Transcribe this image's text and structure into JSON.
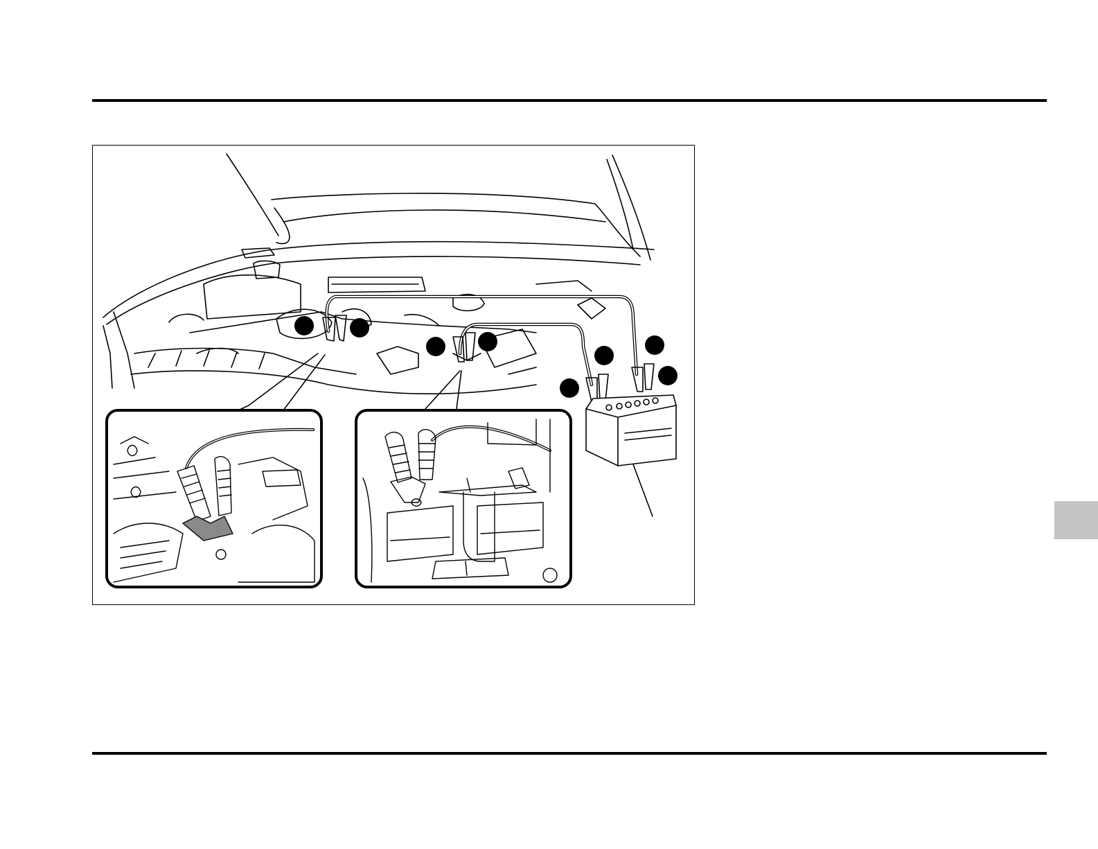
{
  "page": {
    "footer_code": ""
  },
  "figure": {
    "description_hidden": false,
    "callouts": [
      {
        "id": "c1"
      },
      {
        "id": "c2"
      },
      {
        "id": "c3"
      },
      {
        "id": "c4"
      },
      {
        "id": "c5"
      },
      {
        "id": "c6"
      },
      {
        "id": "c7"
      },
      {
        "id": "c8"
      }
    ],
    "colors": {
      "line": "#000000",
      "callout_fill": "#000000",
      "tab_gray": "#c4c4c4",
      "clamp_gray": "#8a8a8a"
    }
  }
}
